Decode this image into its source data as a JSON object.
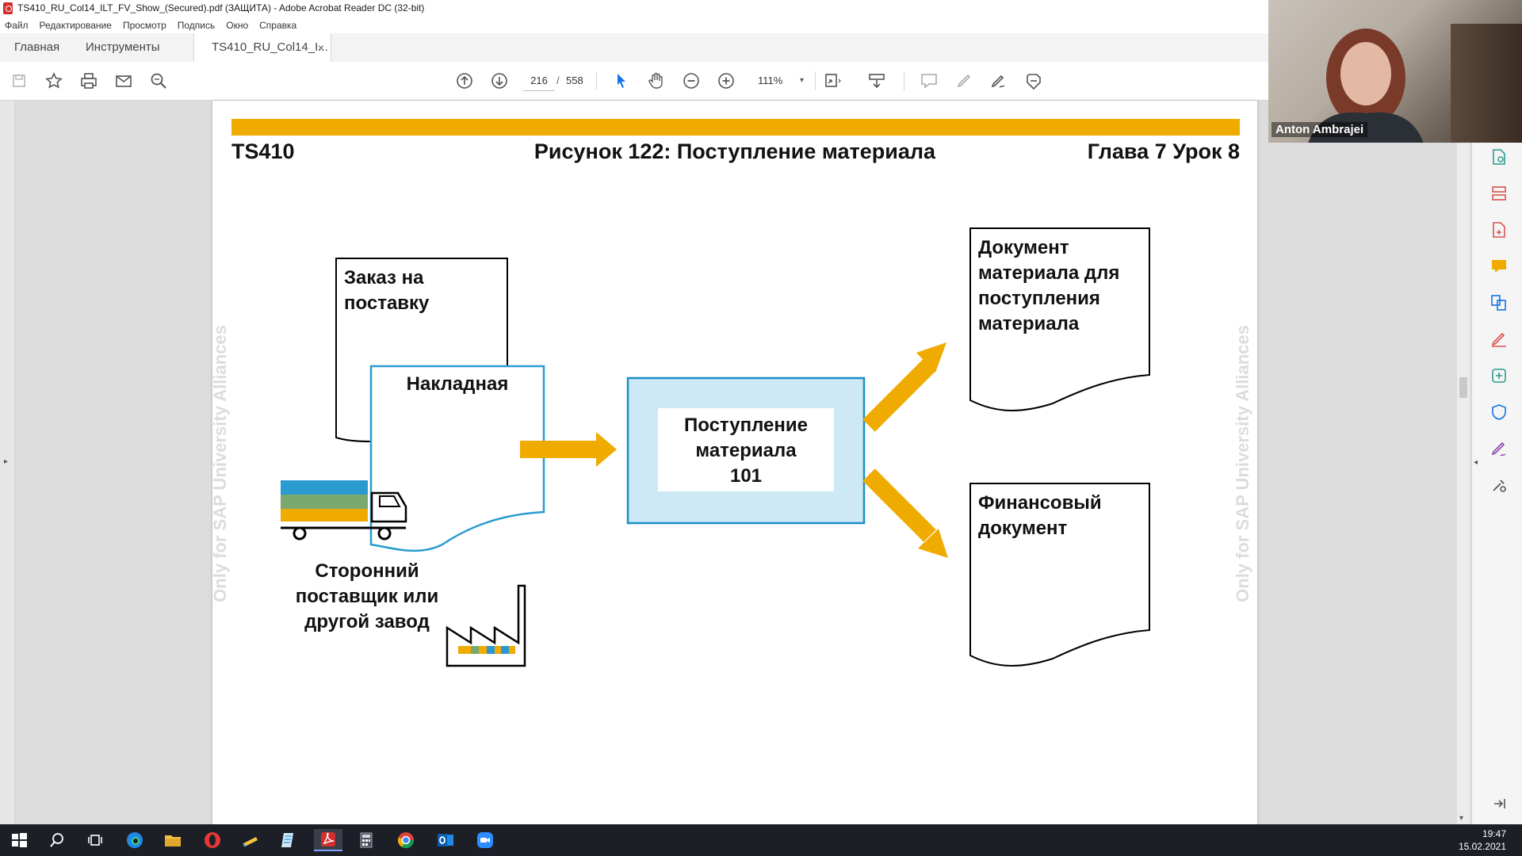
{
  "window": {
    "title": "TS410_RU_Col14_ILT_FV_Show_(Secured).pdf (ЗАЩИТА) - Adobe Acrobat Reader DC (32-bit)"
  },
  "menu": [
    "Файл",
    "Редактирование",
    "Просмотр",
    "Подпись",
    "Окно",
    "Справка"
  ],
  "tabs": {
    "home": "Главная",
    "tools": "Инструменты",
    "doc": "TS410_RU_Col14_I...",
    "close": "×"
  },
  "toolbar": {
    "page_current": "216",
    "page_sep": "/",
    "page_total": "558",
    "zoom": "111%",
    "zoom_arrow": "▾"
  },
  "slide": {
    "course": "TS410",
    "title": "Рисунок 122: Поступление материала",
    "chapter": "Глава 7 Урок 8",
    "watermark": "Only for SAP University Alliances",
    "order": [
      "Заказ на",
      "поставку"
    ],
    "invoice": "Накладная",
    "supplier": [
      "Сторонний",
      "поставщик или",
      "другой завод"
    ],
    "receipt": [
      "Поступление",
      "материала",
      "101"
    ],
    "material_doc": [
      "Документ",
      "материала для",
      "поступления",
      "материала"
    ],
    "fin_doc": [
      "Финансовый",
      "документ"
    ],
    "colors": {
      "accent": "#f0ab00",
      "receipt_bg": "#cde9f6",
      "receipt_border": "#1a8fc7",
      "invoice_border": "#2a9bd0"
    }
  },
  "webcam": {
    "name": "Anton Ambrajei"
  },
  "clock": {
    "time": "19:47",
    "date": "15.02.2021"
  },
  "ui": {
    "expand_arrow": "▸",
    "collapse_arrow": "◂",
    "scroll_down": "▾"
  }
}
